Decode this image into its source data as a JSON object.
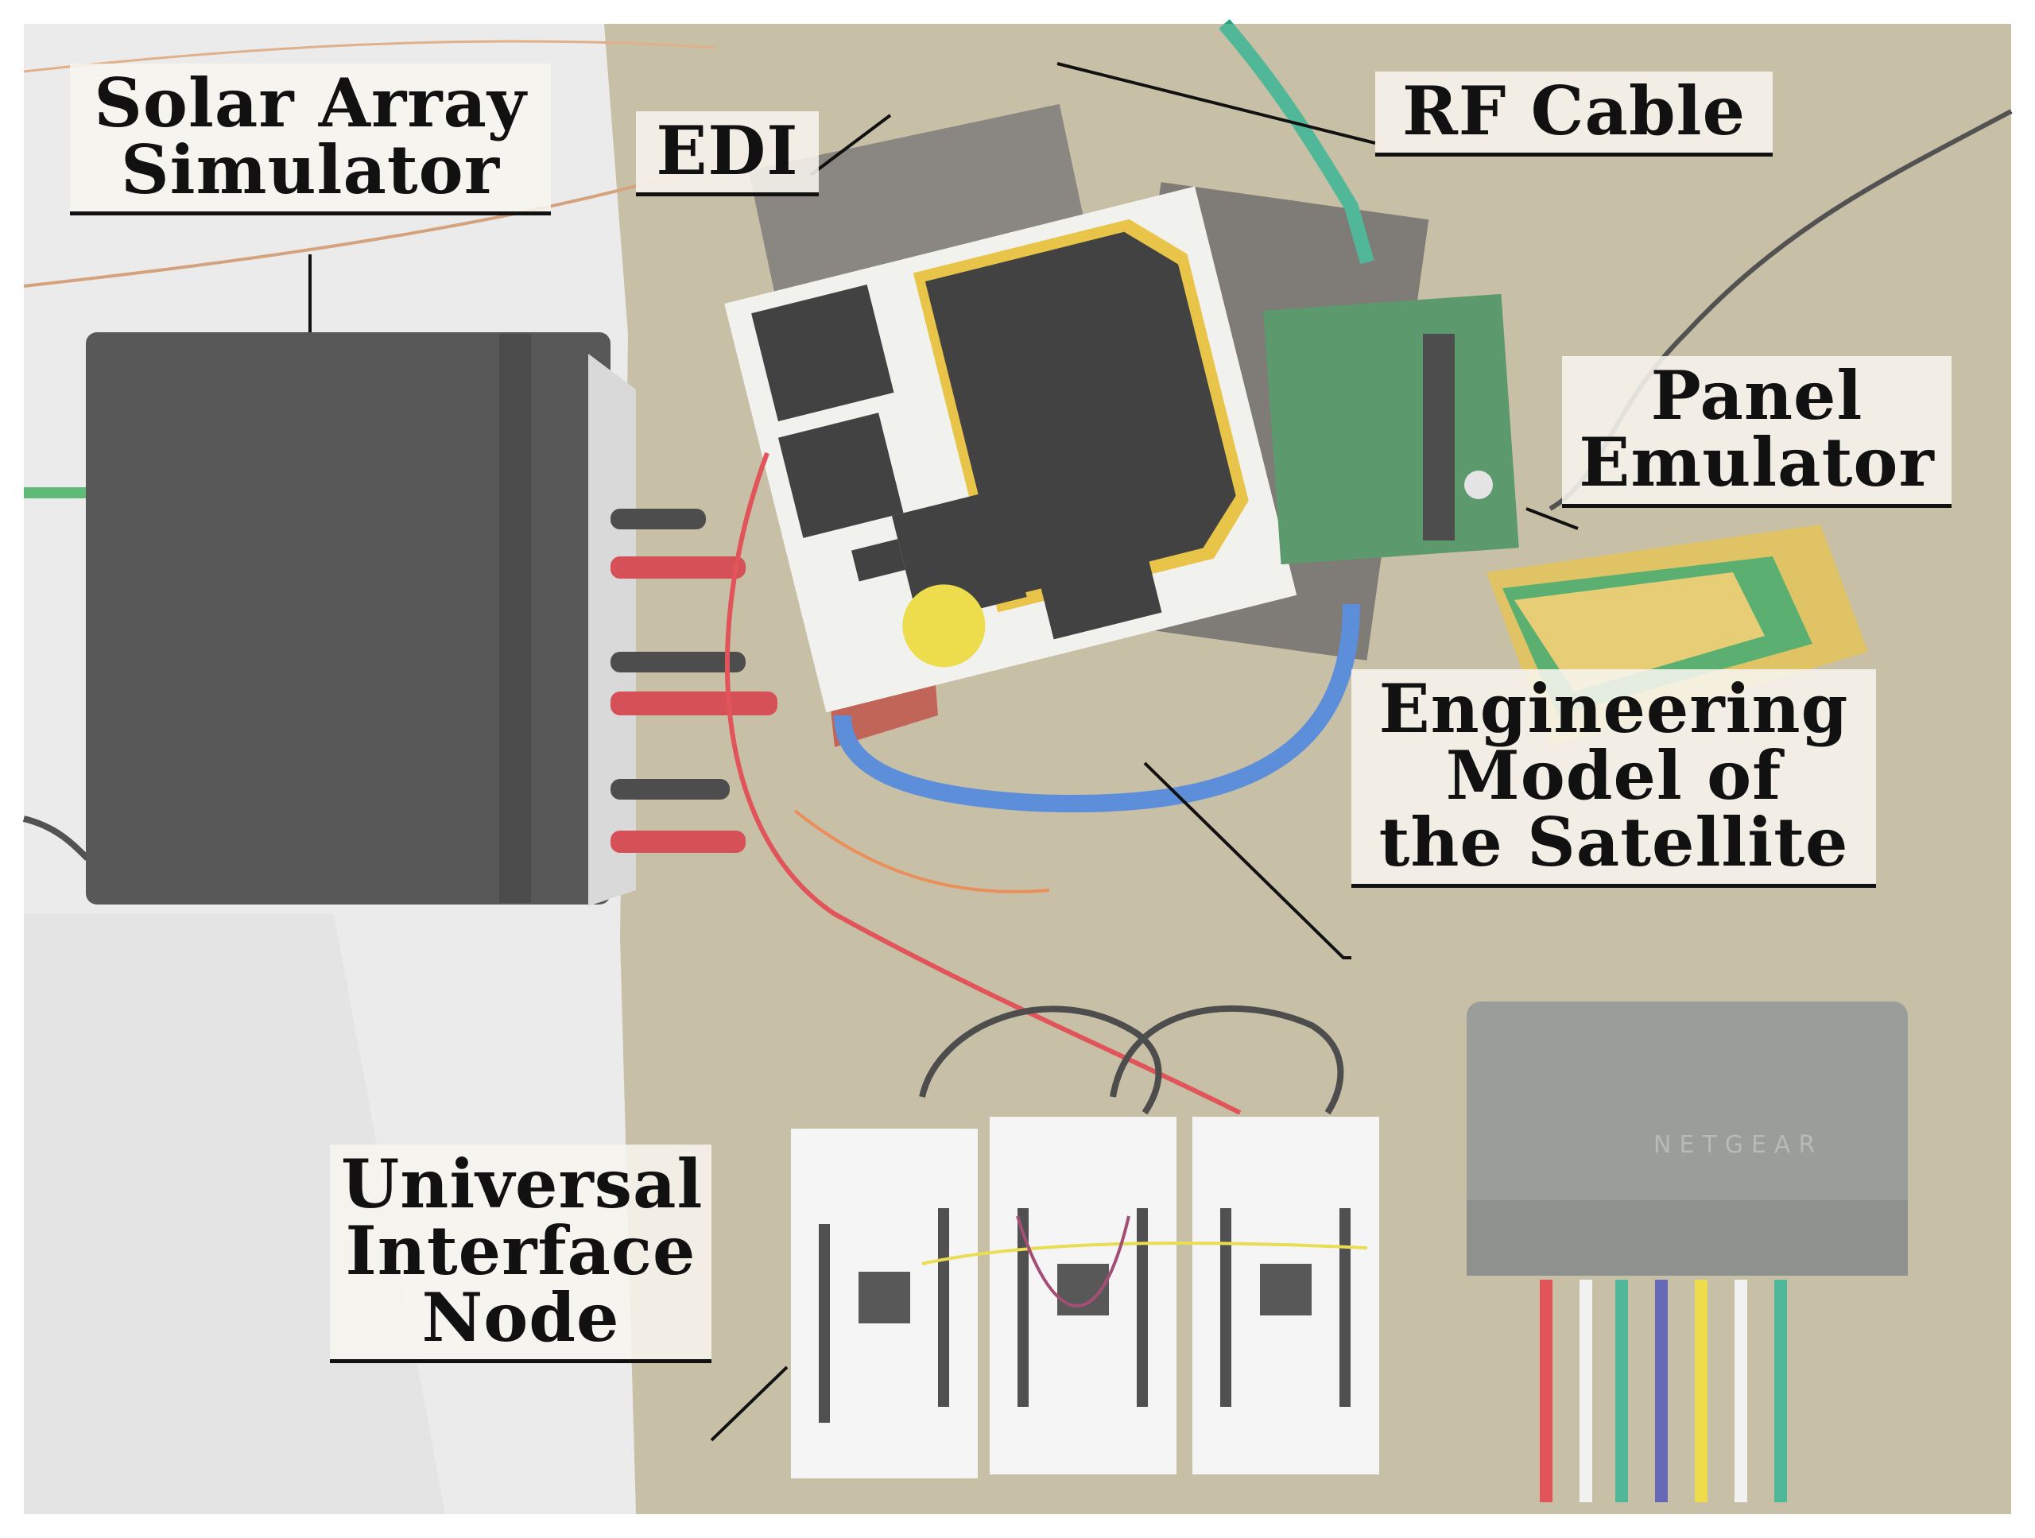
{
  "labels": {
    "solar_array_simulator": "Solar Array\nSimulator",
    "edi": "EDI",
    "rf_cable": "RF Cable",
    "panel_emulator": "Panel\nEmulator",
    "engineering_model": "Engineering\nModel of\nthe Satellite",
    "universal_interface_node": "Universal\nInterface\nNode"
  },
  "switch_brand": "NETGEAR",
  "colors": {
    "table": "#b9ad8f",
    "sheet": "#ececec",
    "black_box": "#2a2a2a",
    "pcb_white": "#eeeeea",
    "solar_cell": "#0d0d0d",
    "kapton": "#e2b415",
    "green_pcb": "#2f7d45",
    "switch_gray": "#7e837f",
    "red_lead": "#d9262c",
    "ethernet_green": "#1fa57c",
    "blue_cable": "#2f6fd0"
  }
}
